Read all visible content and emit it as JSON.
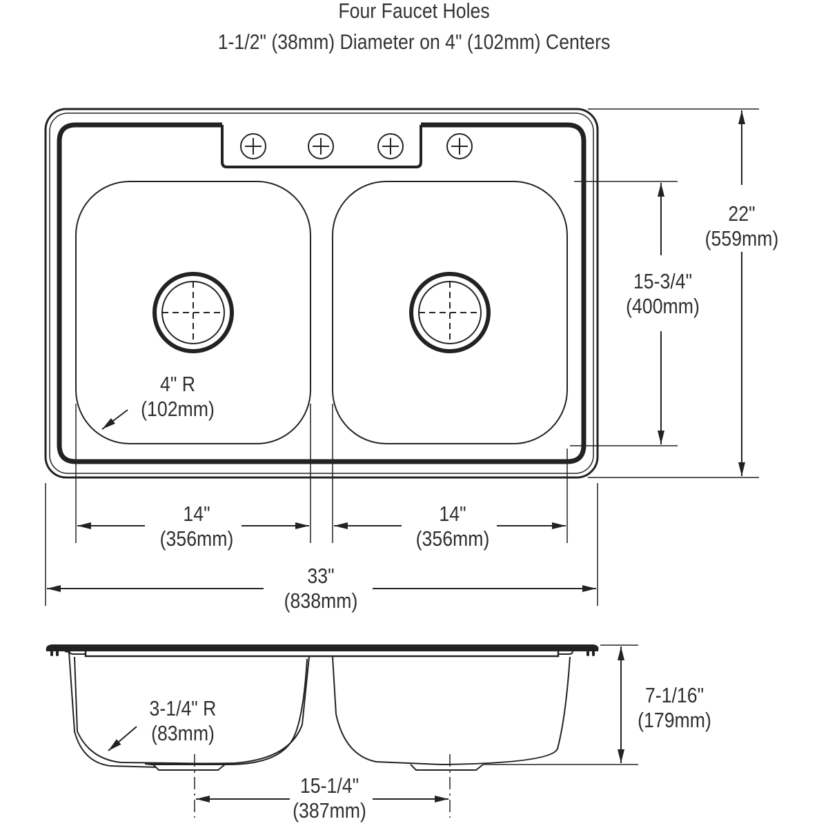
{
  "title": {
    "line1": "Four Faucet Holes",
    "line2": "1-1/2\" (38mm) Diameter on 4\" (102mm) Centers"
  },
  "top_view": {
    "faucet_holes": 4,
    "dimensions": {
      "overall_depth": {
        "imperial": "22\"",
        "metric": "(559mm)"
      },
      "bowl_length": {
        "imperial": "15-3/4\"",
        "metric": "(400mm)"
      },
      "corner_radius": {
        "imperial": "4\" R",
        "metric": "(102mm)"
      },
      "left_bowl_width": {
        "imperial": "14\"",
        "metric": "(356mm)"
      },
      "right_bowl_width": {
        "imperial": "14\"",
        "metric": "(356mm)"
      },
      "overall_width": {
        "imperial": "33\"",
        "metric": "(838mm)"
      }
    }
  },
  "side_view": {
    "dimensions": {
      "bowl_depth": {
        "imperial": "7-1/16\"",
        "metric": "(179mm)"
      },
      "bottom_radius": {
        "imperial": "3-1/4\" R",
        "metric": "(83mm)"
      },
      "drain_centers": {
        "imperial": "15-1/4\"",
        "metric": "(387mm)"
      }
    }
  },
  "colors": {
    "line": "#222222",
    "text": "#2f2f2f",
    "background": "#ffffff"
  }
}
